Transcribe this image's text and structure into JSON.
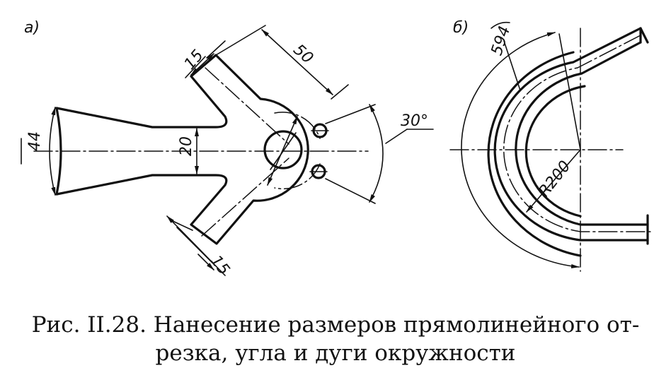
{
  "figure": {
    "left_panel_label": "а)",
    "right_panel_label": "б)",
    "left_dims": {
      "d44": "44",
      "d20": "20",
      "d15_top": "15",
      "d50": "50",
      "d15_bottom": "15",
      "angle": "30°"
    },
    "right_dims": {
      "arc": "594",
      "radius": "R200"
    }
  },
  "caption": {
    "line1": "Рис. II.28. Нанесение размеров прямолинейного от-",
    "line2": "резка, угла и дуги окружности"
  }
}
